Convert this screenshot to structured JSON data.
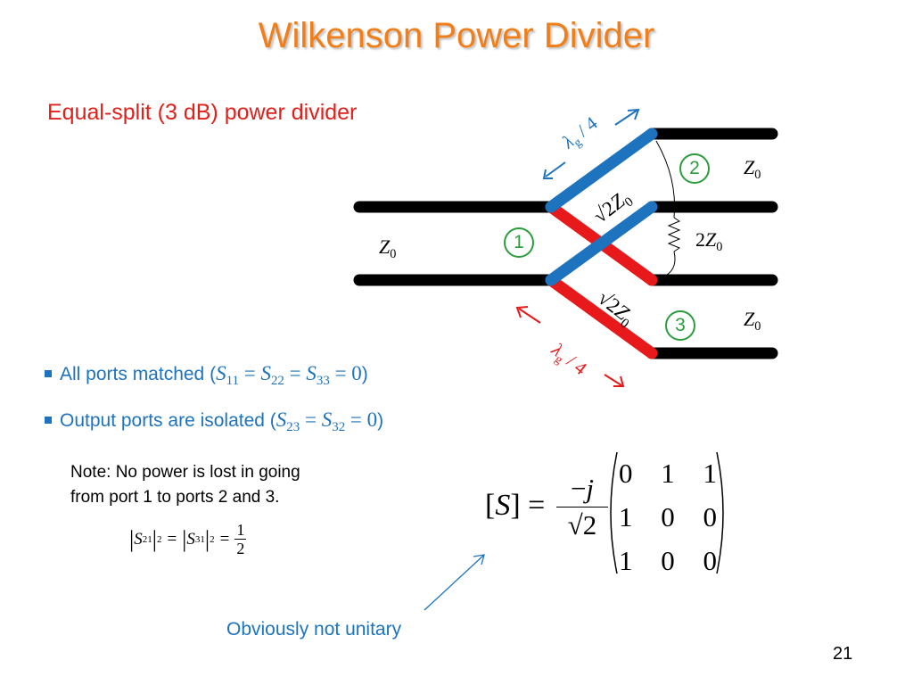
{
  "title": "Wilkenson Power Divider",
  "subtitle": "Equal-split (3 dB)  power divider",
  "bullets": {
    "matched_text": "All ports matched (",
    "matched_math": "S11 = S22 = S33 = 0",
    "isolated_text": "Output ports are isolated (",
    "isolated_math": "S23 = S32 = 0",
    "close_paren": ")"
  },
  "note": {
    "line1": "Note: No power is lost in going",
    "line2": "from port 1 to ports 2 and 3.",
    "equation": "|S21|^2 = |S31|^2 = 1/2"
  },
  "matrix": {
    "lhs": "[S] =",
    "prefactor": "-j / √2",
    "rows": [
      [
        "0",
        "1",
        "1"
      ],
      [
        "1",
        "0",
        "0"
      ],
      [
        "1",
        "0",
        "0"
      ]
    ]
  },
  "annotation": "Obviously not unitary",
  "page_number": "21",
  "diagram": {
    "port_labels": [
      "1",
      "2",
      "3"
    ],
    "z0": "Z0",
    "resistor": "2Z0",
    "branch_impedance": "√2Z0",
    "quarter_wave": "λg / 4",
    "colors": {
      "line": "#000000",
      "blue_branch": "#1e73be",
      "red_branch": "#e8191b",
      "port_circle": "#2a9d3c"
    }
  }
}
